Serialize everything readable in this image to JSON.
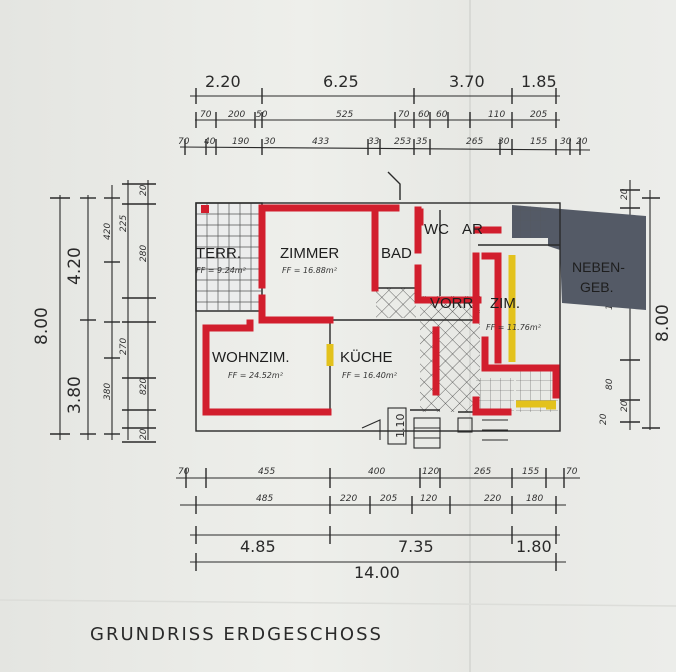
{
  "title": "GRUNDRISS ERDGESCHOSS",
  "top_dims": [
    "2.20",
    "6.25",
    "3.70",
    "1.85"
  ],
  "bottom_dims": [
    "4.85",
    "7.35",
    "1.80"
  ],
  "total_width": "14.00",
  "left_dims": [
    "8.00",
    "4.20",
    "3.80"
  ],
  "right_dim": "8.00",
  "stair_label": "1.10",
  "rooms": {
    "terr": "TERR.",
    "terr_area": "FF = 9.24m²",
    "zimmer": "ZIMMER",
    "zimmer_area": "FF = 16.88m²",
    "bad": "BAD",
    "wc": "WC",
    "ar": "AR",
    "vorr": "VORR",
    "zim": "ZIM.",
    "zim_area": "FF = 11.76m²",
    "wohnzim": "WOHNZIM.",
    "wohnzim_area": "FF = 24.52m²",
    "kueche": "KÜCHE",
    "kueche_area": "FF = 16.40m²",
    "nebengeb_1": "NEBEN-",
    "nebengeb_2": "GEB."
  },
  "hand_top_row1": [
    "70",
    "200",
    "50",
    "525",
    "70",
    "60",
    "60",
    "110",
    "205"
  ],
  "hand_top_row2": [
    "70",
    "40",
    "190",
    "30",
    "433",
    "33",
    "253",
    "35",
    "265",
    "30",
    "155",
    "30",
    "20"
  ],
  "hand_bottom_row1": [
    "70",
    "455",
    "400",
    "120",
    "265",
    "155",
    "70"
  ],
  "hand_bottom_row2": [
    "485",
    "220",
    "205",
    "120",
    "220",
    "180"
  ],
  "hand_left": [
    "420",
    "380",
    "225",
    "270",
    "280",
    "820",
    "20",
    "20"
  ],
  "hand_right": [
    "20",
    "80",
    "20",
    "130",
    "20"
  ],
  "colors": {
    "wall_red": "#d21e2d",
    "wall_yellow": "#e3c21c",
    "annex_gray": "#545a66",
    "ink": "#2a2a2a",
    "paper": "#e9eae6"
  }
}
